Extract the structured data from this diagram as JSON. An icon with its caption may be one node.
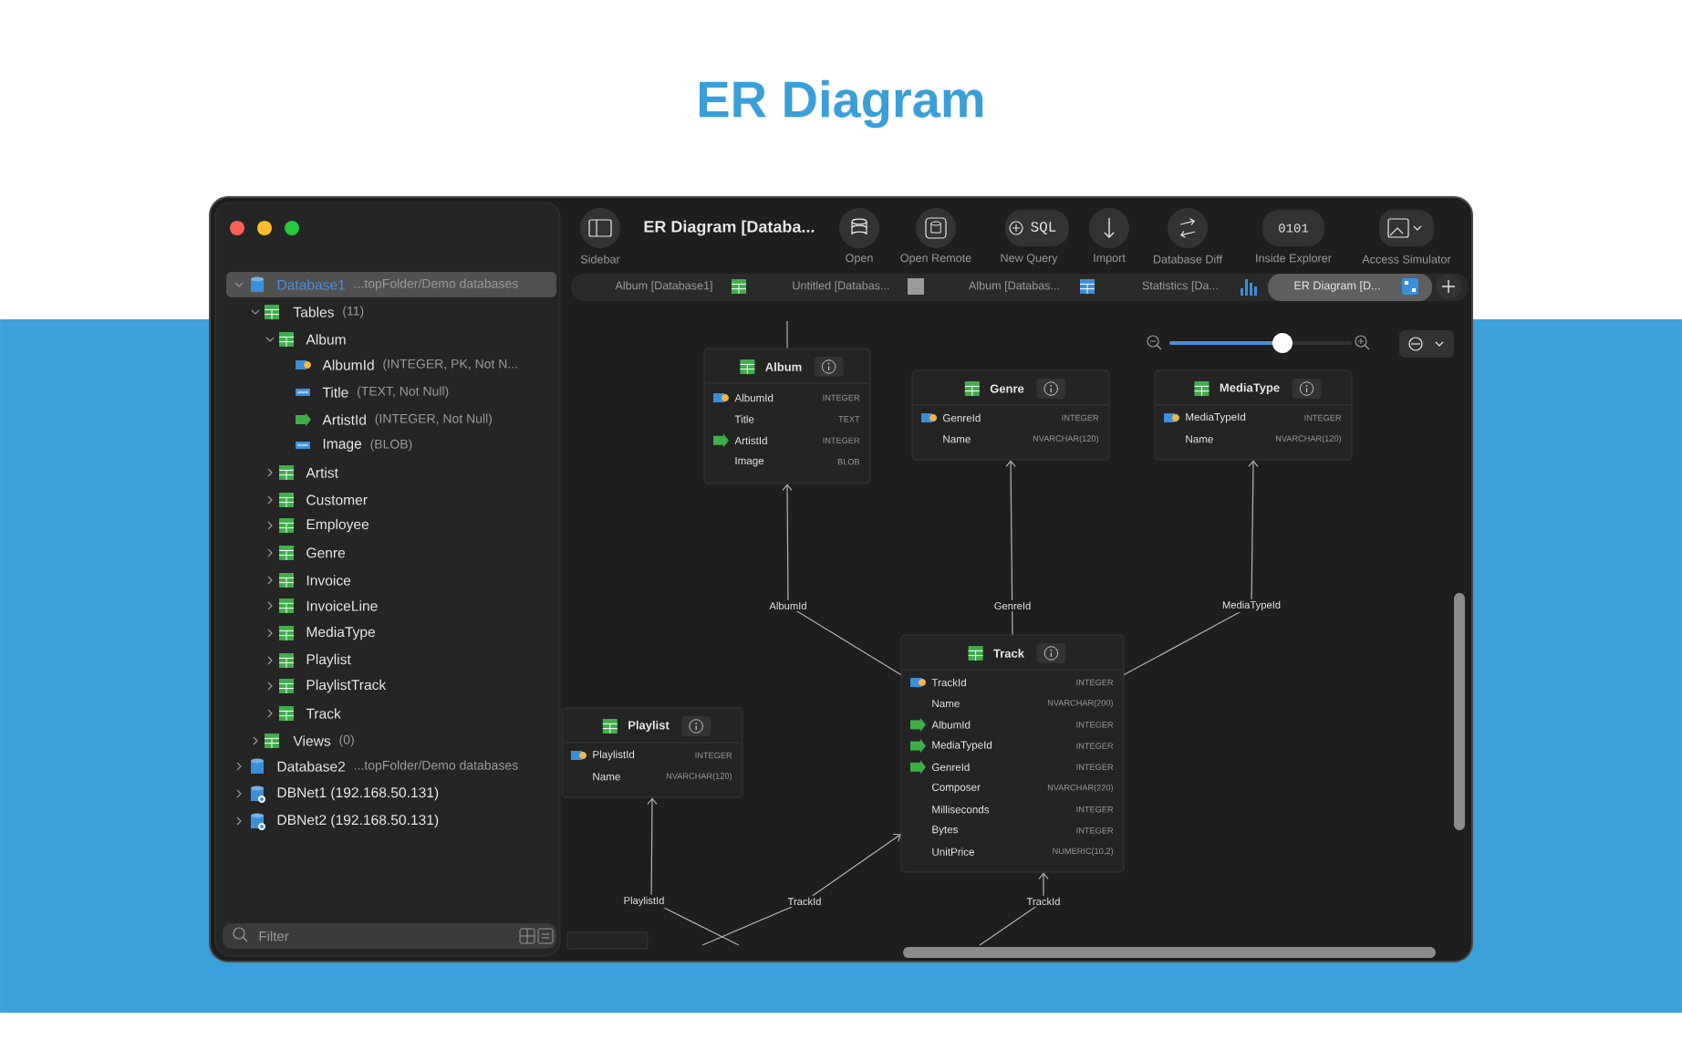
{
  "diagram": {
    "title": "ER Diagram",
    "nodes": [
      {
        "text": [
          "Album",
          "AlbumId",
          "INTEGER",
          "Title",
          "TEXT",
          "ArtistId",
          "INTEGER",
          "Image",
          "BLOB"
        ]
      },
      {
        "text": [
          "Genre",
          "GenreId",
          "INTEGER",
          "Name",
          "NVARCHAR(120)"
        ]
      },
      {
        "text": [
          "MediaType",
          "MediaTypeId",
          "INTEGER",
          "Name",
          "NVARCHAR(120)"
        ]
      },
      {
        "text": [
          "Track",
          "TrackId",
          "INTEGER",
          "Name",
          "NVARCHAR(200)",
          "AlbumId",
          "INTEGER",
          "MediaTypeId",
          "INTEGER",
          "GenreId",
          "INTEGER",
          "Composer",
          "NVARCHAR(220)",
          "Milliseconds",
          "INTEGER",
          "Bytes",
          "INTEGER",
          "UnitPrice",
          "NUMERIC(10,2)"
        ]
      },
      {
        "text": [
          "Playlist",
          "PlaylistId",
          "INTEGER",
          "Name",
          "NVARCHAR(120)"
        ]
      },
      {
        "text": [],
        "shape": "box"
      }
    ],
    "edges": [
      {
        "from": 3,
        "to": 0,
        "arrow": "to",
        "label": "AlbumId"
      },
      {
        "from": 3,
        "to": 1,
        "arrow": "to",
        "label": "GenreId"
      },
      {
        "from": 3,
        "to": 2,
        "arrow": "to",
        "label": "MediaTypeId"
      },
      {
        "from": null,
        "to": 4,
        "arrow": "to",
        "label": "PlaylistId"
      },
      {
        "from": null,
        "to": 3,
        "arrow": "to",
        "label": "TrackId"
      },
      {
        "from": null,
        "to": 3,
        "arrow": "to",
        "label": "TrackId"
      },
      {
        "from": 0,
        "to": null,
        "arrow": "none"
      }
    ],
    "labels": [
      "Database1",
      "...topFolder/Demo databases",
      "Tables",
      "(11)",
      "Album",
      "AlbumId",
      "(INTEGER, PK, Not N...",
      "Title",
      "(TEXT, Not Null)",
      "ArtistId",
      "(INTEGER, Not Null)",
      "Image",
      "(BLOB)",
      "Artist",
      "Customer",
      "Employee",
      "Genre",
      "Invoice",
      "InvoiceLine",
      "MediaType",
      "Playlist",
      "PlaylistTrack",
      "Track",
      "Views",
      "(0)",
      "Database2",
      "...topFolder/Demo databases",
      "DBNet1 (192.168.50.131)",
      "DBNet2 (192.168.50.131)",
      "Filter",
      "Sidebar",
      "ER Diagram [Databa...",
      "Open",
      "Open Remote",
      "SQL",
      "New Query",
      "Import",
      "Database Diff",
      "0101",
      "Inside Explorer",
      "Access Simulator",
      "Album [Database1]",
      "Untitled [Databas...",
      "Album [Databas...",
      "Statistics [Da...",
      "ER Diagram [D..."
    ]
  }
}
